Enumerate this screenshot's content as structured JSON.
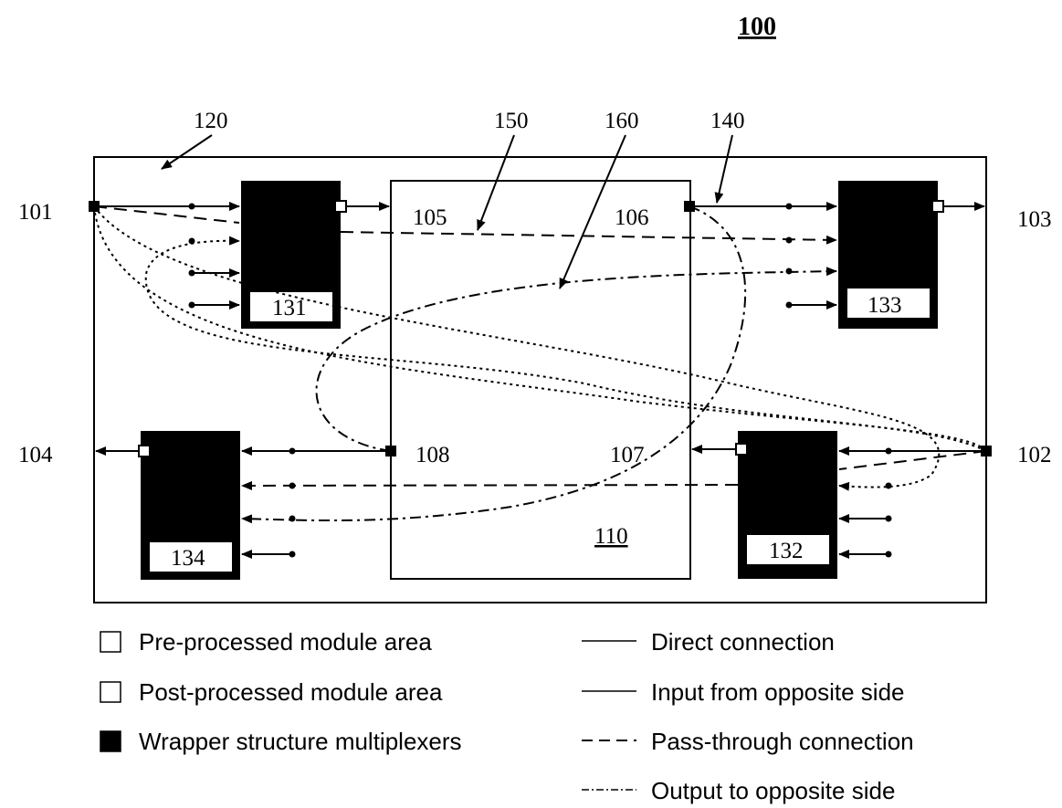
{
  "figure": {
    "number": "100",
    "region_label": "120",
    "module_label": "110",
    "connector_labels": {
      "c150": "150",
      "c160": "160",
      "c140": "140"
    }
  },
  "ports": {
    "p101": "101",
    "p102": "102",
    "p103": "103",
    "p104": "104",
    "p105": "105",
    "p106": "106",
    "p107": "107",
    "p108": "108"
  },
  "wrappers": [
    {
      "id": "131",
      "label": "131"
    },
    {
      "id": "132",
      "label": "132"
    },
    {
      "id": "133",
      "label": "133"
    },
    {
      "id": "134",
      "label": "134"
    }
  ],
  "legend": {
    "areas": [
      {
        "label": "Pre-processed module area",
        "swatch": "#ffffff"
      },
      {
        "label": "Post-processed module area",
        "swatch": "#ffffff"
      },
      {
        "label": "Wrapper structure multiplexers",
        "swatch": "#000000"
      }
    ],
    "lines": [
      {
        "label": "Direct connection",
        "style": "solid"
      },
      {
        "label": "Input from opposite side",
        "style": "solid"
      },
      {
        "label": "Pass-through connection",
        "style": "dashed"
      },
      {
        "label": "Output to opposite side",
        "style": "dash-dot"
      }
    ]
  },
  "colors": {
    "ink": "#000000",
    "paper": "#ffffff"
  }
}
